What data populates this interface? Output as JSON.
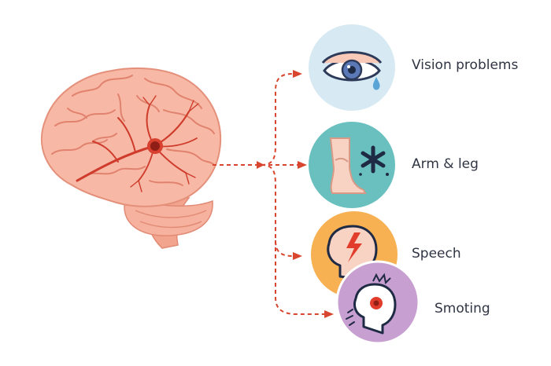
{
  "symptoms": [
    {
      "label": "Vision problems",
      "icon": "eye-tear-icon",
      "color": "#d7e9f2"
    },
    {
      "label": "Arm & leg",
      "icon": "leg-pain-icon",
      "color": "#69c0be"
    },
    {
      "label": "Speech",
      "icon": "head-lightning-icon",
      "color": "#f7b052"
    },
    {
      "label": "Smoting",
      "icon": "head-shout-icon",
      "color": "#c79fd0"
    }
  ],
  "colors": {
    "brain": "#f7b9a5",
    "brain_folds": "#e1826f",
    "vessels": "#cf3b2c",
    "arrows": "#d9462f",
    "text": "#2f3542",
    "skin": "#f8c9b7"
  }
}
